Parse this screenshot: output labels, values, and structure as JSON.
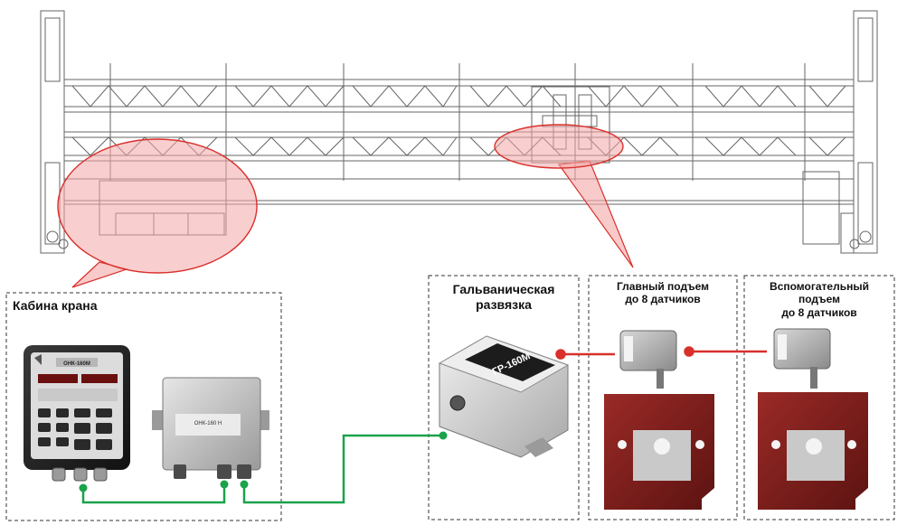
{
  "zones": {
    "cabin": {
      "title": "Кабина крана"
    },
    "isolation": {
      "title_line1": "Гальваническая",
      "title_line2": "развязка"
    },
    "main_hoist": {
      "line1": "Главный подъем",
      "line2": "до 8 датчиков"
    },
    "aux_hoist": {
      "line1": "Вспомогательный",
      "line2": "подъем",
      "line3": "до 8 датчиков"
    }
  },
  "devices": {
    "controller": {
      "model": "ОНК-160М"
    },
    "junction_box": {
      "model": "ОНК-160 Н"
    },
    "isolator": {
      "model": "ГР-160М"
    }
  },
  "colors": {
    "highlight_fill": "#f4a6a6",
    "highlight_stroke": "#d9302c",
    "wire_green": "#1aa34a",
    "wire_red": "#d9302c",
    "load_cell_body": "#7a1e1c"
  }
}
